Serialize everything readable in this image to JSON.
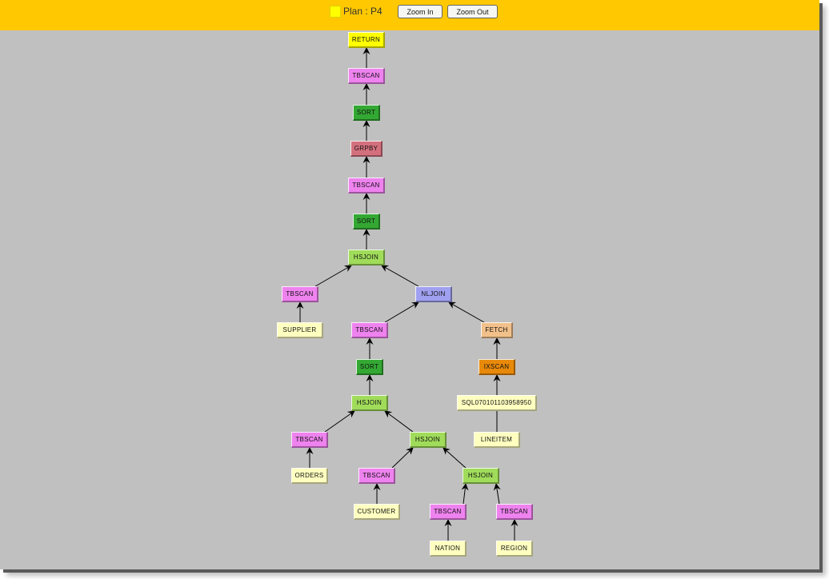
{
  "toolbar": {
    "plan_label": "Plan : P4",
    "zoom_in_label": "Zoom In",
    "zoom_out_label": "Zoom Out",
    "legend_color": "#ffff00"
  },
  "colors": {
    "RETURN": "#ffff00",
    "TBSCAN": "#ee82ee",
    "SORT": "#33a833",
    "GRPBY": "#d4707e",
    "HSJOIN": "#a0dc5a",
    "NLJOIN": "#a0a0f0",
    "FETCH": "#f2c08a",
    "IXSCAN": "#e8890a",
    "TABLE": "#ffffc0",
    "INDEX": "#ffffc0",
    "toolbar": "#ffc800",
    "canvas": "#c0c0c0"
  },
  "plan": {
    "nodes": [
      {
        "id": "n1",
        "label": "RETURN",
        "type": "RETURN",
        "parent": null
      },
      {
        "id": "n2",
        "label": "TBSCAN",
        "type": "TBSCAN",
        "parent": "n1"
      },
      {
        "id": "n3",
        "label": "SORT",
        "type": "SORT",
        "parent": "n2"
      },
      {
        "id": "n4",
        "label": "GRPBY",
        "type": "GRPBY",
        "parent": "n3"
      },
      {
        "id": "n5",
        "label": "TBSCAN",
        "type": "TBSCAN",
        "parent": "n4"
      },
      {
        "id": "n6",
        "label": "SORT",
        "type": "SORT",
        "parent": "n5"
      },
      {
        "id": "n7",
        "label": "HSJOIN",
        "type": "HSJOIN",
        "parent": "n6"
      },
      {
        "id": "n8",
        "label": "TBSCAN",
        "type": "TBSCAN",
        "parent": "n7"
      },
      {
        "id": "n9",
        "label": "NLJOIN",
        "type": "NLJOIN",
        "parent": "n7"
      },
      {
        "id": "n10",
        "label": "SUPPLIER",
        "type": "TABLE",
        "parent": "n8"
      },
      {
        "id": "n11",
        "label": "TBSCAN",
        "type": "TBSCAN",
        "parent": "n9"
      },
      {
        "id": "n12",
        "label": "FETCH",
        "type": "FETCH",
        "parent": "n9"
      },
      {
        "id": "n13",
        "label": "SORT",
        "type": "SORT",
        "parent": "n11"
      },
      {
        "id": "n14",
        "label": "IXSCAN",
        "type": "IXSCAN",
        "parent": "n12"
      },
      {
        "id": "n15",
        "label": "HSJOIN",
        "type": "HSJOIN",
        "parent": "n13"
      },
      {
        "id": "n16",
        "label": "SQL070101103958950",
        "type": "INDEX",
        "parent": "n14"
      },
      {
        "id": "n17",
        "label": "TBSCAN",
        "type": "TBSCAN",
        "parent": "n15"
      },
      {
        "id": "n18",
        "label": "HSJOIN",
        "type": "HSJOIN",
        "parent": "n15"
      },
      {
        "id": "n19",
        "label": "LINEITEM",
        "type": "TABLE",
        "parent": "n12"
      },
      {
        "id": "n20",
        "label": "ORDERS",
        "type": "TABLE",
        "parent": "n17"
      },
      {
        "id": "n21",
        "label": "TBSCAN",
        "type": "TBSCAN",
        "parent": "n18"
      },
      {
        "id": "n22",
        "label": "HSJOIN",
        "type": "HSJOIN",
        "parent": "n18"
      },
      {
        "id": "n23",
        "label": "CUSTOMER",
        "type": "TABLE",
        "parent": "n21"
      },
      {
        "id": "n24",
        "label": "TBSCAN",
        "type": "TBSCAN",
        "parent": "n22"
      },
      {
        "id": "n25",
        "label": "TBSCAN",
        "type": "TBSCAN",
        "parent": "n22"
      },
      {
        "id": "n26",
        "label": "NATION",
        "type": "TABLE",
        "parent": "n24"
      },
      {
        "id": "n27",
        "label": "REGION",
        "type": "TABLE",
        "parent": "n25"
      }
    ]
  }
}
